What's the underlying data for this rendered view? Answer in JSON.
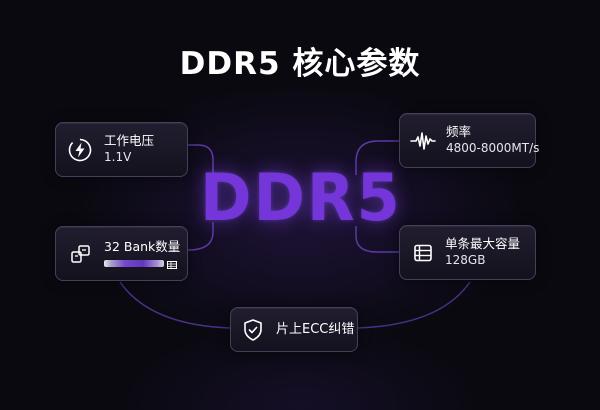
{
  "title": "DDR5 核心参数",
  "center_label": "DDR5",
  "accent_color": "#7436d8",
  "link_color": "#5b3aa3",
  "nodes": {
    "voltage": {
      "icon": "lightning-icon",
      "label": "工作电压",
      "value": "1.1V"
    },
    "frequency": {
      "icon": "waveform-icon",
      "label": "频率",
      "value": "4800-8000MT/s"
    },
    "bank": {
      "icon": "stacked-squares-icon",
      "label": "32 Bank数量"
    },
    "capacity": {
      "icon": "list-icon",
      "label": "单条最大容量",
      "value": "128GB"
    },
    "ecc": {
      "icon": "shield-check-icon",
      "label": "片上ECC纠错"
    }
  }
}
